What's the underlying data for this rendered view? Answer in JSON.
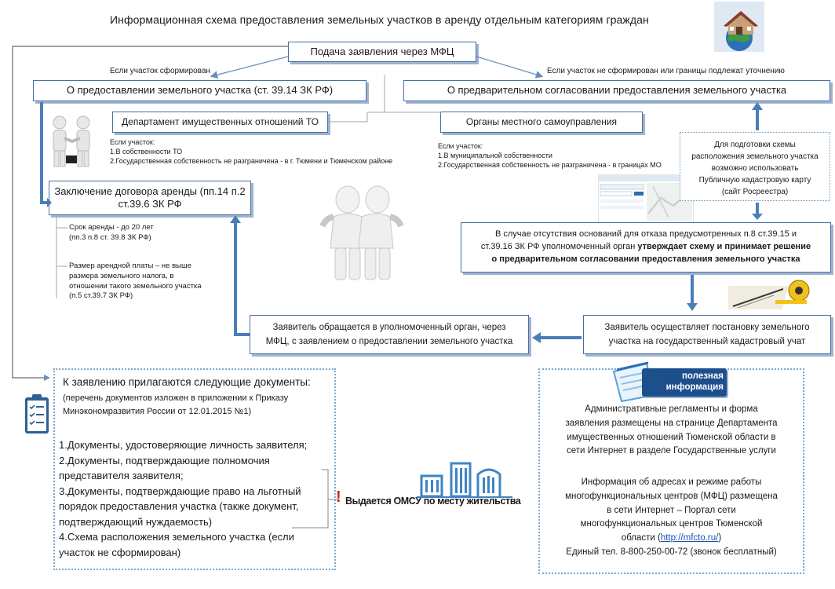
{
  "title": "Информационная схема предоставления земельных участков в аренду отдельным категориям граждан",
  "mfc_box": "Подача заявления через МФЦ",
  "branch_left_label": "Если участок сформирован",
  "branch_right_label": "Если участок не сформирован или границы подлежат уточнению",
  "left_main_box": "О предоставлении земельного участка (ст. 39.14 ЗК РФ)",
  "right_main_box": "О предварительном согласовании предоставления земельного участка",
  "dept_box": "Департамент имущественных отношений ТО",
  "dept_conditions": [
    "Если участок:",
    "1.В собственности ТО",
    "2.Государственная собственность не разграничена - в г. Тюмени и Тюменском районе"
  ],
  "local_gov_box": "Органы местного самоуправления",
  "local_conditions": [
    "Если участок:",
    "1.В муниципальной собственности",
    "2.Государственная собственность не разграничена - в границах МО"
  ],
  "contract_box": [
    "Заключение договора аренды (пп.14 п.2",
    "ст.39.6 ЗК РФ"
  ],
  "term_text": [
    "Срок аренды - до 20 лет",
    "(пп.3 п.8 ст. 39.8 ЗК РФ)"
  ],
  "rent_text": [
    "Размер арендной платы – не выше",
    "размера земельного налога, в",
    "отношении такого земельного участка",
    "(п.5 ст.39.7 ЗК РФ)"
  ],
  "public_map_box": [
    "Для подготовки схемы",
    "расположения земельного участка",
    "возможно использовать",
    "Публичную кадастровую карту",
    "(сайт Росреестра)"
  ],
  "approval_box": {
    "line1": "В случае отсутствия оснований для отказа предусмотренных п.8 ст.39.15 и",
    "line2_normal": "ст.39.16 ЗК РФ уполномоченный орган ",
    "line2_bold": "утверждает схему и принимает решение",
    "line3_bold": "о предварительном согласовании предоставления земельного участка"
  },
  "applicant_box": [
    "Заявитель обращается в уполномоченный орган, через",
    "МФЦ, с заявлением о предоставлении земельного участка"
  ],
  "cadastral_box": [
    "Заявитель осуществляет постановку земельного",
    "участка на государственный кадастровый учат"
  ],
  "documents": {
    "heading": "К заявлению прилагаются следующие документы:",
    "note": [
      "(перечень документов изложен в приложении к Приказу",
      "Минэкономразвития России от 12.01.2015 №1)"
    ],
    "items": [
      "1.Документы, удостоверяющие личность заявителя;",
      "2.Документы, подтверждающие полномочия",
      "представителя заявителя;",
      "3.Документы, подтверждающие право на льготный",
      "порядок предоставления участка (также документ,",
      "подтверждающий нуждаемость)",
      "4.Схема расположения земельного участка (если",
      "участок не сформирован)"
    ]
  },
  "omsu_note": "Выдается ОМСУ по месту жительства",
  "omsu_mark": "!",
  "useful_badge": [
    "полезная",
    "информация"
  ],
  "useful_para1": [
    "Административные регламенты и форма",
    "заявления размещены на странице Департамента",
    "имущественных отношений Тюменской области в",
    "сети Интернет в разделе Государственные услуги"
  ],
  "useful_para2": [
    "Информация об адресах и режиме работы",
    "многофункциональных центров (МФЦ) размещена",
    "в сети Интернет – Портал сети",
    "многофункциональных центров Тюменской"
  ],
  "useful_link_pre": "области (",
  "useful_link": "http://mfcto.ru/",
  "useful_link_post": ")",
  "useful_phone": "Единый тел. 8-800-250-00-72 (звонок бесплатный)",
  "colors": {
    "arrow": "#4a7fb5",
    "border": "#4a6fa5",
    "shadow": "#9fb3cf",
    "badge": "#1d4f8c",
    "link": "#1a4fb5"
  }
}
